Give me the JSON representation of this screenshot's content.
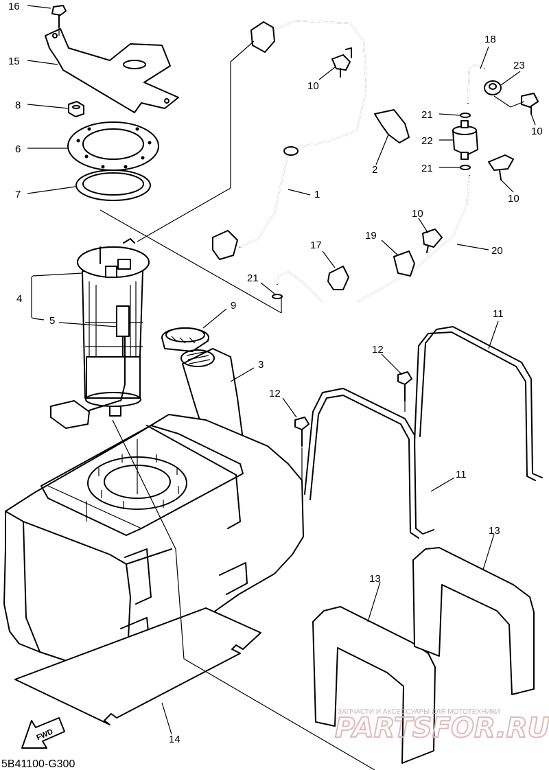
{
  "diagram_code": "5B41100-G300",
  "direction_marker": "FWD",
  "watermark": {
    "tagline": "ЗАПЧАСТИ И АКСЕССУАРЫ ДЛЯ МОТОТЕХНИКИ",
    "brand": "PARTSFOR.RU"
  },
  "callouts": {
    "c1": "1",
    "c2": "2",
    "c3": "3",
    "c4": "4",
    "c5": "5",
    "c6": "6",
    "c7": "7",
    "c8": "8",
    "c9": "9",
    "c10a": "10",
    "c10b": "10",
    "c10c": "10",
    "c10d": "10",
    "c11a": "11",
    "c11b": "11",
    "c12a": "12",
    "c12b": "12",
    "c13a": "13",
    "c13b": "13",
    "c14": "14",
    "c15": "15",
    "c16": "16",
    "c17": "17",
    "c18": "18",
    "c19": "19",
    "c20": "20",
    "c21a": "21",
    "c21b": "21",
    "c21c": "21",
    "c22": "22",
    "c23": "23"
  }
}
